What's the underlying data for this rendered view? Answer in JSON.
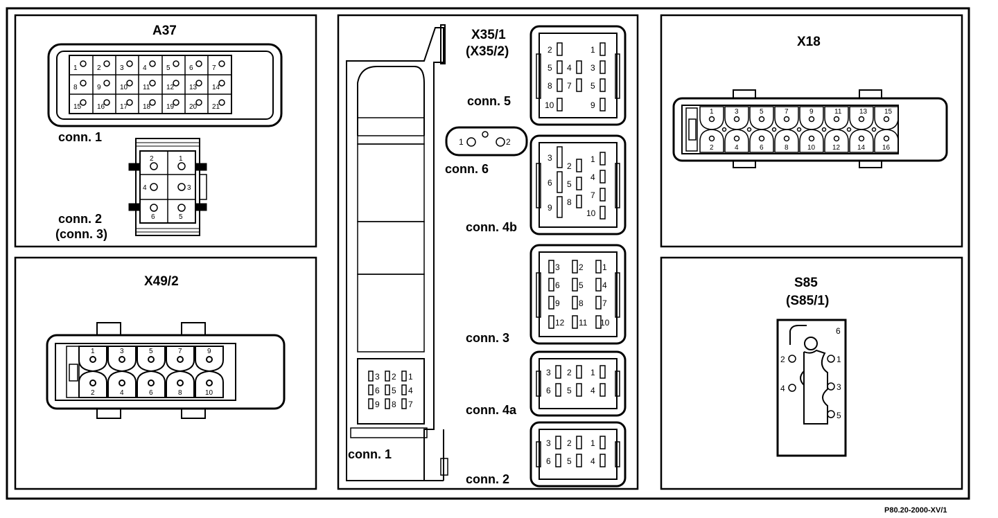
{
  "footer_ref": "P80.20-2000-XV/1",
  "a37": {
    "title": "A37",
    "conn1_label": "conn. 1",
    "conn2_label": "conn. 2",
    "conn3_label": "(conn. 3)",
    "conn1_pins": [
      "1",
      "2",
      "3",
      "4",
      "5",
      "6",
      "7",
      "8",
      "9",
      "10",
      "11",
      "12",
      "13",
      "14",
      "15",
      "16",
      "17",
      "18",
      "19",
      "20",
      "21"
    ],
    "conn2_pins": [
      "2",
      "1",
      "4",
      "3",
      "6",
      "5"
    ]
  },
  "x35": {
    "title": "X35/1",
    "subtitle": "(X35/2)",
    "conn5_label": "conn. 5",
    "conn6_label": "conn. 6",
    "conn4b_label": "conn. 4b",
    "conn3_label": "conn. 3",
    "conn4a_label": "conn. 4a",
    "conn2_label": "conn. 2",
    "conn1_label": "conn. 1",
    "conn5_pins": [
      "2",
      "1",
      "5",
      "4",
      "3",
      "8",
      "7",
      "5",
      "10",
      "9"
    ],
    "conn6_pins": [
      "1",
      "2"
    ],
    "conn4b_pins": [
      "3",
      "2",
      "1",
      "6",
      "5",
      "4",
      "9",
      "8",
      "7",
      "10"
    ],
    "conn3_pins": [
      "3",
      "2",
      "1",
      "6",
      "5",
      "4",
      "9",
      "8",
      "7",
      "12",
      "11",
      "10"
    ],
    "conn4a_pins": [
      "3",
      "2",
      "1",
      "6",
      "5",
      "4"
    ],
    "conn2_pins": [
      "3",
      "2",
      "1",
      "6",
      "5",
      "4"
    ],
    "conn1_pins": [
      "3",
      "2",
      "1",
      "6",
      "5",
      "4",
      "9",
      "8",
      "7"
    ]
  },
  "x18": {
    "title": "X18",
    "top_pins": [
      "1",
      "3",
      "5",
      "7",
      "9",
      "11",
      "13",
      "15"
    ],
    "bottom_pins": [
      "2",
      "4",
      "6",
      "8",
      "10",
      "12",
      "14",
      "16"
    ]
  },
  "x49": {
    "title": "X49/2",
    "top_pins": [
      "1",
      "3",
      "5",
      "7",
      "9"
    ],
    "bottom_pins": [
      "2",
      "4",
      "6",
      "8",
      "10"
    ]
  },
  "s85": {
    "title": "S85",
    "subtitle": "(S85/1)",
    "pins": [
      "6",
      "2",
      "1",
      "4",
      "3",
      "5"
    ]
  }
}
